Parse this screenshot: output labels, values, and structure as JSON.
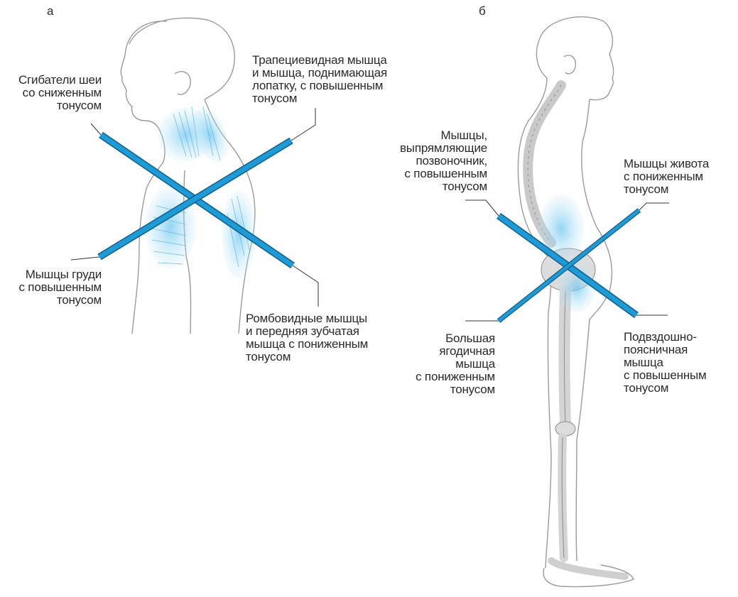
{
  "panel_a": {
    "letter": "а",
    "labels": {
      "neck_flexors": "Сгибатели шеи\nсо сниженным\nтонусом",
      "trapezius": "Трапециевидная мышца\nи мышца, поднимающая\nлопатку, с повышенным\nтонусом",
      "pectorals": "Мышцы груди\nс повышенным\nтонусом",
      "rhomboids": "Ромбовидные мышцы\nи передняя зубчатая\nмышца с пониженным\nтонусом"
    }
  },
  "panel_b": {
    "letter": "б",
    "labels": {
      "erectors": "Мышцы,\nвыпрямляющие\nпозвоночник,\nс повышенным\nтонусом",
      "abdominals": "Мышцы живота\nс пониженным\nтонусом",
      "gluteus": "Большая\nягодичная\nмышца\nс пониженным\nтонусом",
      "iliopsoas": "Подвздошно-\nпоясничная\nмышца\nс повышенным\nтонусом"
    }
  },
  "colors": {
    "bar": "#1e9bd7",
    "bar_dark": "#0d5f8a",
    "muscle": "#8fd3f2",
    "skin_line": "#9a9a9a",
    "bone": "#d9d9d9"
  }
}
